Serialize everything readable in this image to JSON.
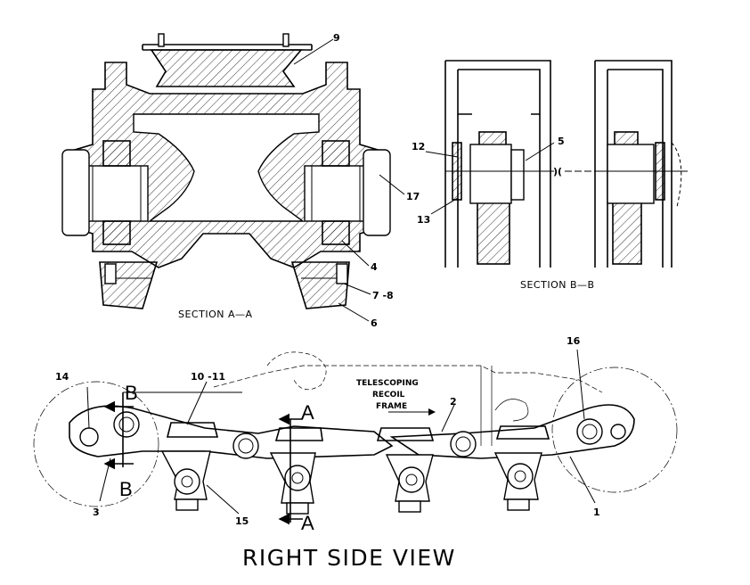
{
  "sections": {
    "a_a": "SECTION A—A",
    "b_b": "SECTION B—B"
  },
  "side_view_title": "RIGHT SIDE VIEW",
  "frame_label": {
    "line1": "TELESCOPING",
    "line2": "RECOIL",
    "line3": "FRAME"
  },
  "section_letters": {
    "a_top": "A",
    "a_bottom": "A",
    "b_top": "B",
    "b_bottom": "B"
  },
  "callouts": {
    "c1": "1",
    "c2": "2",
    "c3": "3",
    "c4": "4",
    "c5": "5",
    "c6": "6",
    "c7_8": "7 -8",
    "c9": "9",
    "c10_11": "10 -11",
    "c12": "12",
    "c13": "13",
    "c14": "14",
    "c15": "15",
    "c16": "16",
    "c17": "17"
  }
}
